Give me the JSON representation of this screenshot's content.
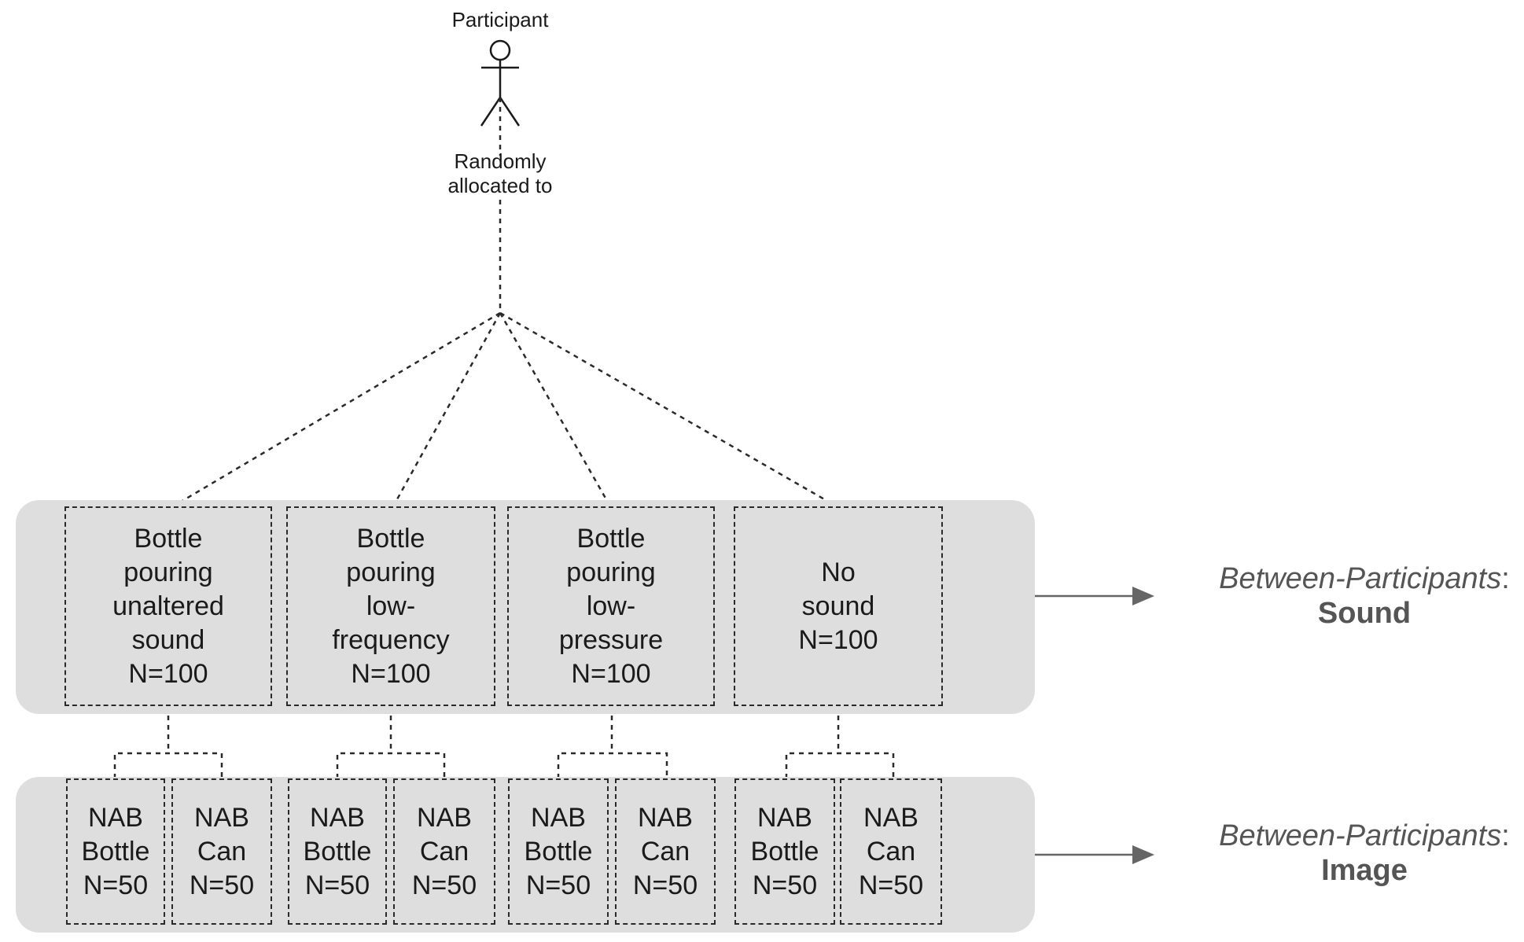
{
  "participant": {
    "label": "Participant",
    "allocation_line1": "Randomly",
    "allocation_line2": "allocated to"
  },
  "sound_conditions": [
    {
      "lines": [
        "Bottle",
        "pouring",
        "unaltered",
        "sound",
        "N=100"
      ]
    },
    {
      "lines": [
        "Bottle",
        "pouring",
        "low-",
        "frequency",
        "N=100"
      ]
    },
    {
      "lines": [
        "Bottle",
        "pouring",
        "low-",
        "pressure",
        "N=100"
      ]
    },
    {
      "lines": [
        "No",
        "sound",
        "N=100"
      ]
    }
  ],
  "image_conditions": [
    {
      "lines": [
        "NAB",
        "Bottle",
        "N=50"
      ]
    },
    {
      "lines": [
        "NAB",
        "Can",
        "N=50"
      ]
    },
    {
      "lines": [
        "NAB",
        "Bottle",
        "N=50"
      ]
    },
    {
      "lines": [
        "NAB",
        "Can",
        "N=50"
      ]
    },
    {
      "lines": [
        "NAB",
        "Bottle",
        "N=50"
      ]
    },
    {
      "lines": [
        "NAB",
        "Can",
        "N=50"
      ]
    },
    {
      "lines": [
        "NAB",
        "Bottle",
        "N=50"
      ]
    },
    {
      "lines": [
        "NAB",
        "Can",
        "N=50"
      ]
    }
  ],
  "factors": [
    {
      "prefix": "Between-Participants",
      "colon": ":",
      "name": "Sound"
    },
    {
      "prefix": "Between-Participants",
      "colon": ":",
      "name": "Image"
    }
  ],
  "colors": {
    "band": "#dedede",
    "line": "#2a2a2a",
    "arrow": "#666666",
    "side_text": "#555555"
  }
}
